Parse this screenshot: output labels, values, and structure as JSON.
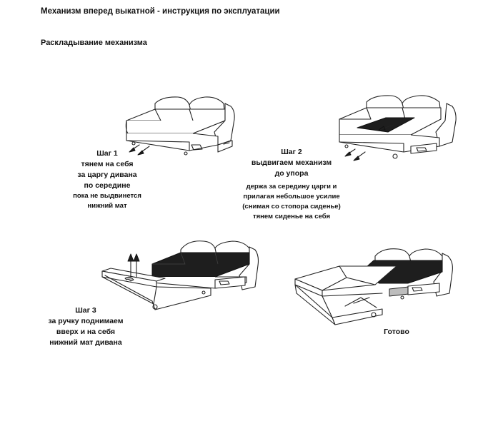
{
  "document": {
    "title": "Механизм вперед выкатной - инструкция по эксплуатации",
    "subtitle": "Раскладывание механизма"
  },
  "steps": [
    {
      "heading": "Шаг 1",
      "lines": [
        "тянем на себя",
        "за царгу дивана",
        "по середине"
      ],
      "small_lines": [
        "пока не выдвинется",
        "нижний мат"
      ]
    },
    {
      "heading": "Шаг 2",
      "lines": [
        "выдвигаем механизм",
        "до упора"
      ],
      "small_lines": [
        "держа за середину царги и",
        "прилагая небольшое усилие",
        "(снимая со стопора сиденье)",
        "тянем сиденье на себя"
      ]
    },
    {
      "heading": "Шаг 3",
      "lines": [
        "за ручку поднимаем",
        "вверх и на себя",
        "нижний мат дивана"
      ],
      "small_lines": []
    }
  ],
  "done": {
    "label": "Готово"
  },
  "figures": [
    {
      "id": "sofa-closed",
      "icon": "sofa-closed-illustration"
    },
    {
      "id": "sofa-drawer-out",
      "icon": "sofa-drawer-extended-illustration"
    },
    {
      "id": "sofa-lower-mat-lifted",
      "icon": "sofa-lower-mat-lifted-illustration"
    },
    {
      "id": "sofa-bed-ready",
      "icon": "sofa-bed-unfolded-illustration"
    }
  ]
}
